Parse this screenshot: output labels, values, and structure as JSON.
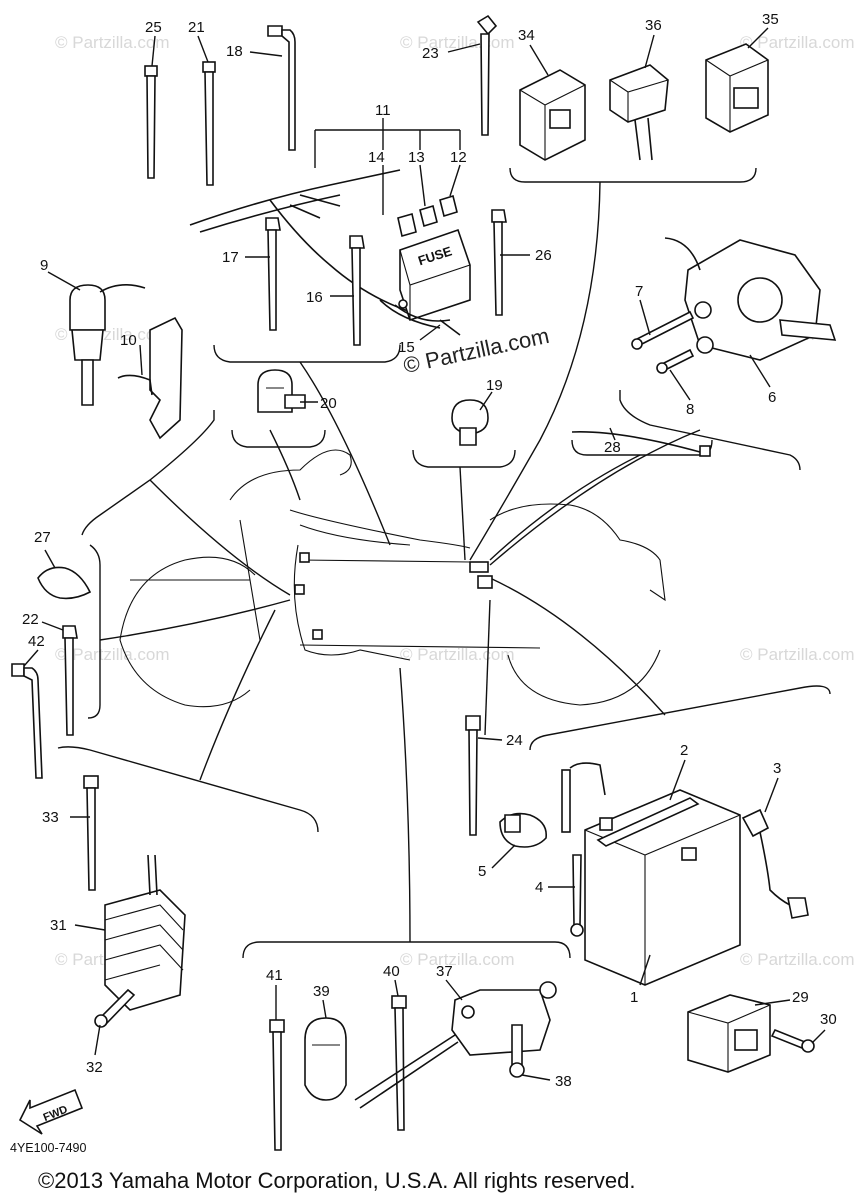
{
  "diagram": {
    "reference_code": "4YE100-7490",
    "copyright": "©2013 Yamaha Motor Corporation, U.S.A. All rights reserved.",
    "overlay_watermark": "© Partzilla.com",
    "background_watermark": "© Partzilla.com",
    "fuse_label": "FUSE",
    "fwd_label": "FWD",
    "callouts": {
      "p1": "1",
      "p2": "2",
      "p3": "3",
      "p4": "4",
      "p5": "5",
      "p6": "6",
      "p7": "7",
      "p8": "8",
      "p9": "9",
      "p10": "10",
      "p11": "11",
      "p12": "12",
      "p13": "13",
      "p14": "14",
      "p15": "15",
      "p16": "16",
      "p17": "17",
      "p18": "18",
      "p19": "19",
      "p20": "20",
      "p21": "21",
      "p22": "22",
      "p23": "23",
      "p24": "24",
      "p25": "25",
      "p26": "26",
      "p27": "27",
      "p28": "28",
      "p29": "29",
      "p30": "30",
      "p31": "31",
      "p32": "32",
      "p33": "33",
      "p34": "34",
      "p35": "35",
      "p36": "36",
      "p37": "37",
      "p38": "38",
      "p39": "39",
      "p40": "40",
      "p41": "41",
      "p42": "42"
    }
  }
}
